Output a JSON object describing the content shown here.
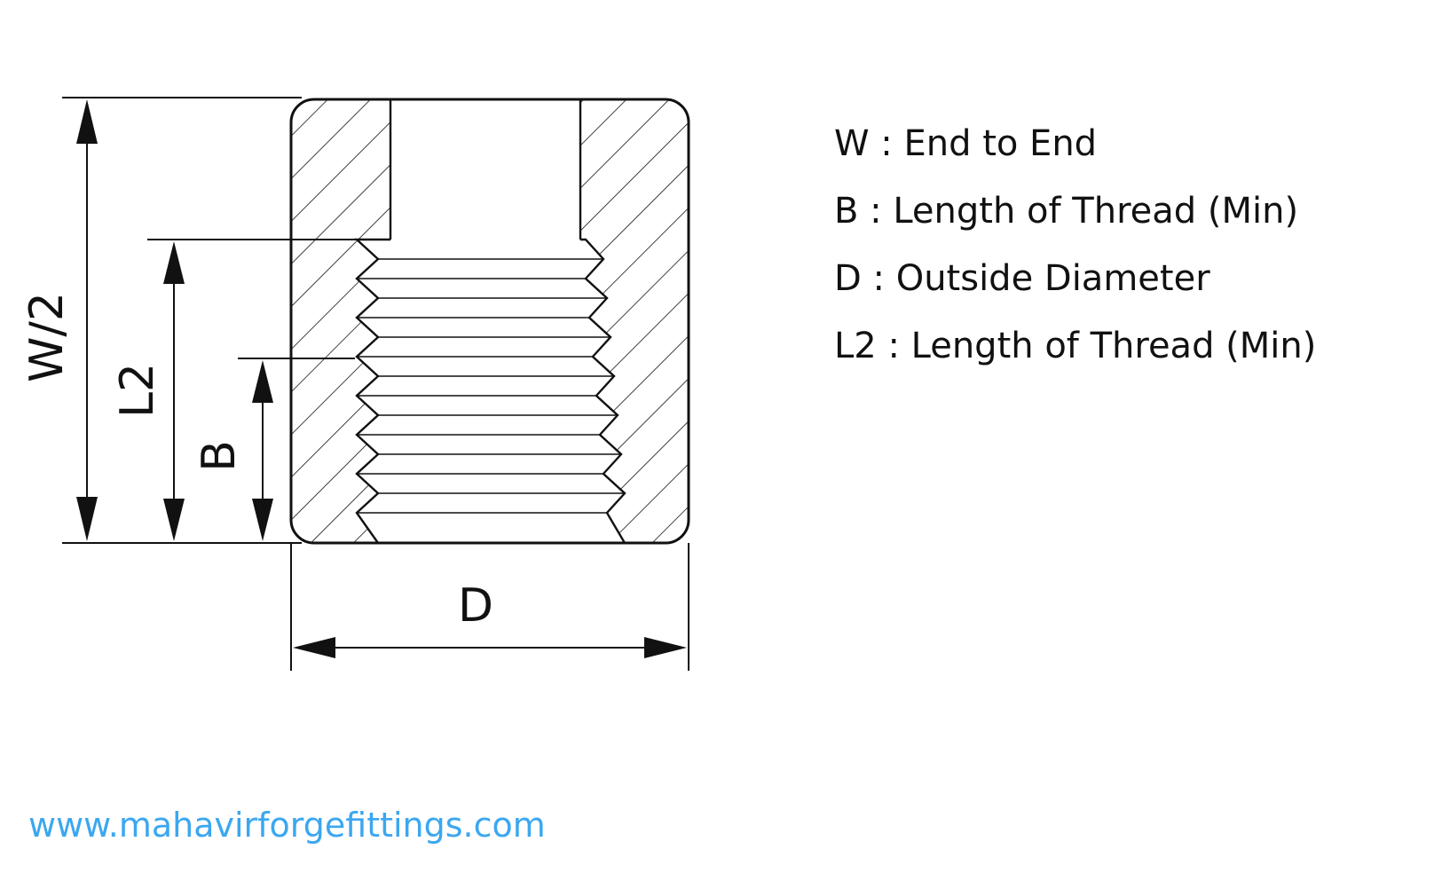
{
  "diagram": {
    "dimension_labels": {
      "w_half": "W/2",
      "l2": "L2",
      "b": "B",
      "d": "D"
    },
    "legend": [
      "W : End to End",
      "B : Length of Thread (Min)",
      "D : Outside Diameter",
      "L2 : Length of Thread (Min)"
    ]
  },
  "footer": {
    "website": "www.mahavirforgefittings.com"
  },
  "colors": {
    "line": "#111111",
    "website": "#3ba7f0"
  }
}
